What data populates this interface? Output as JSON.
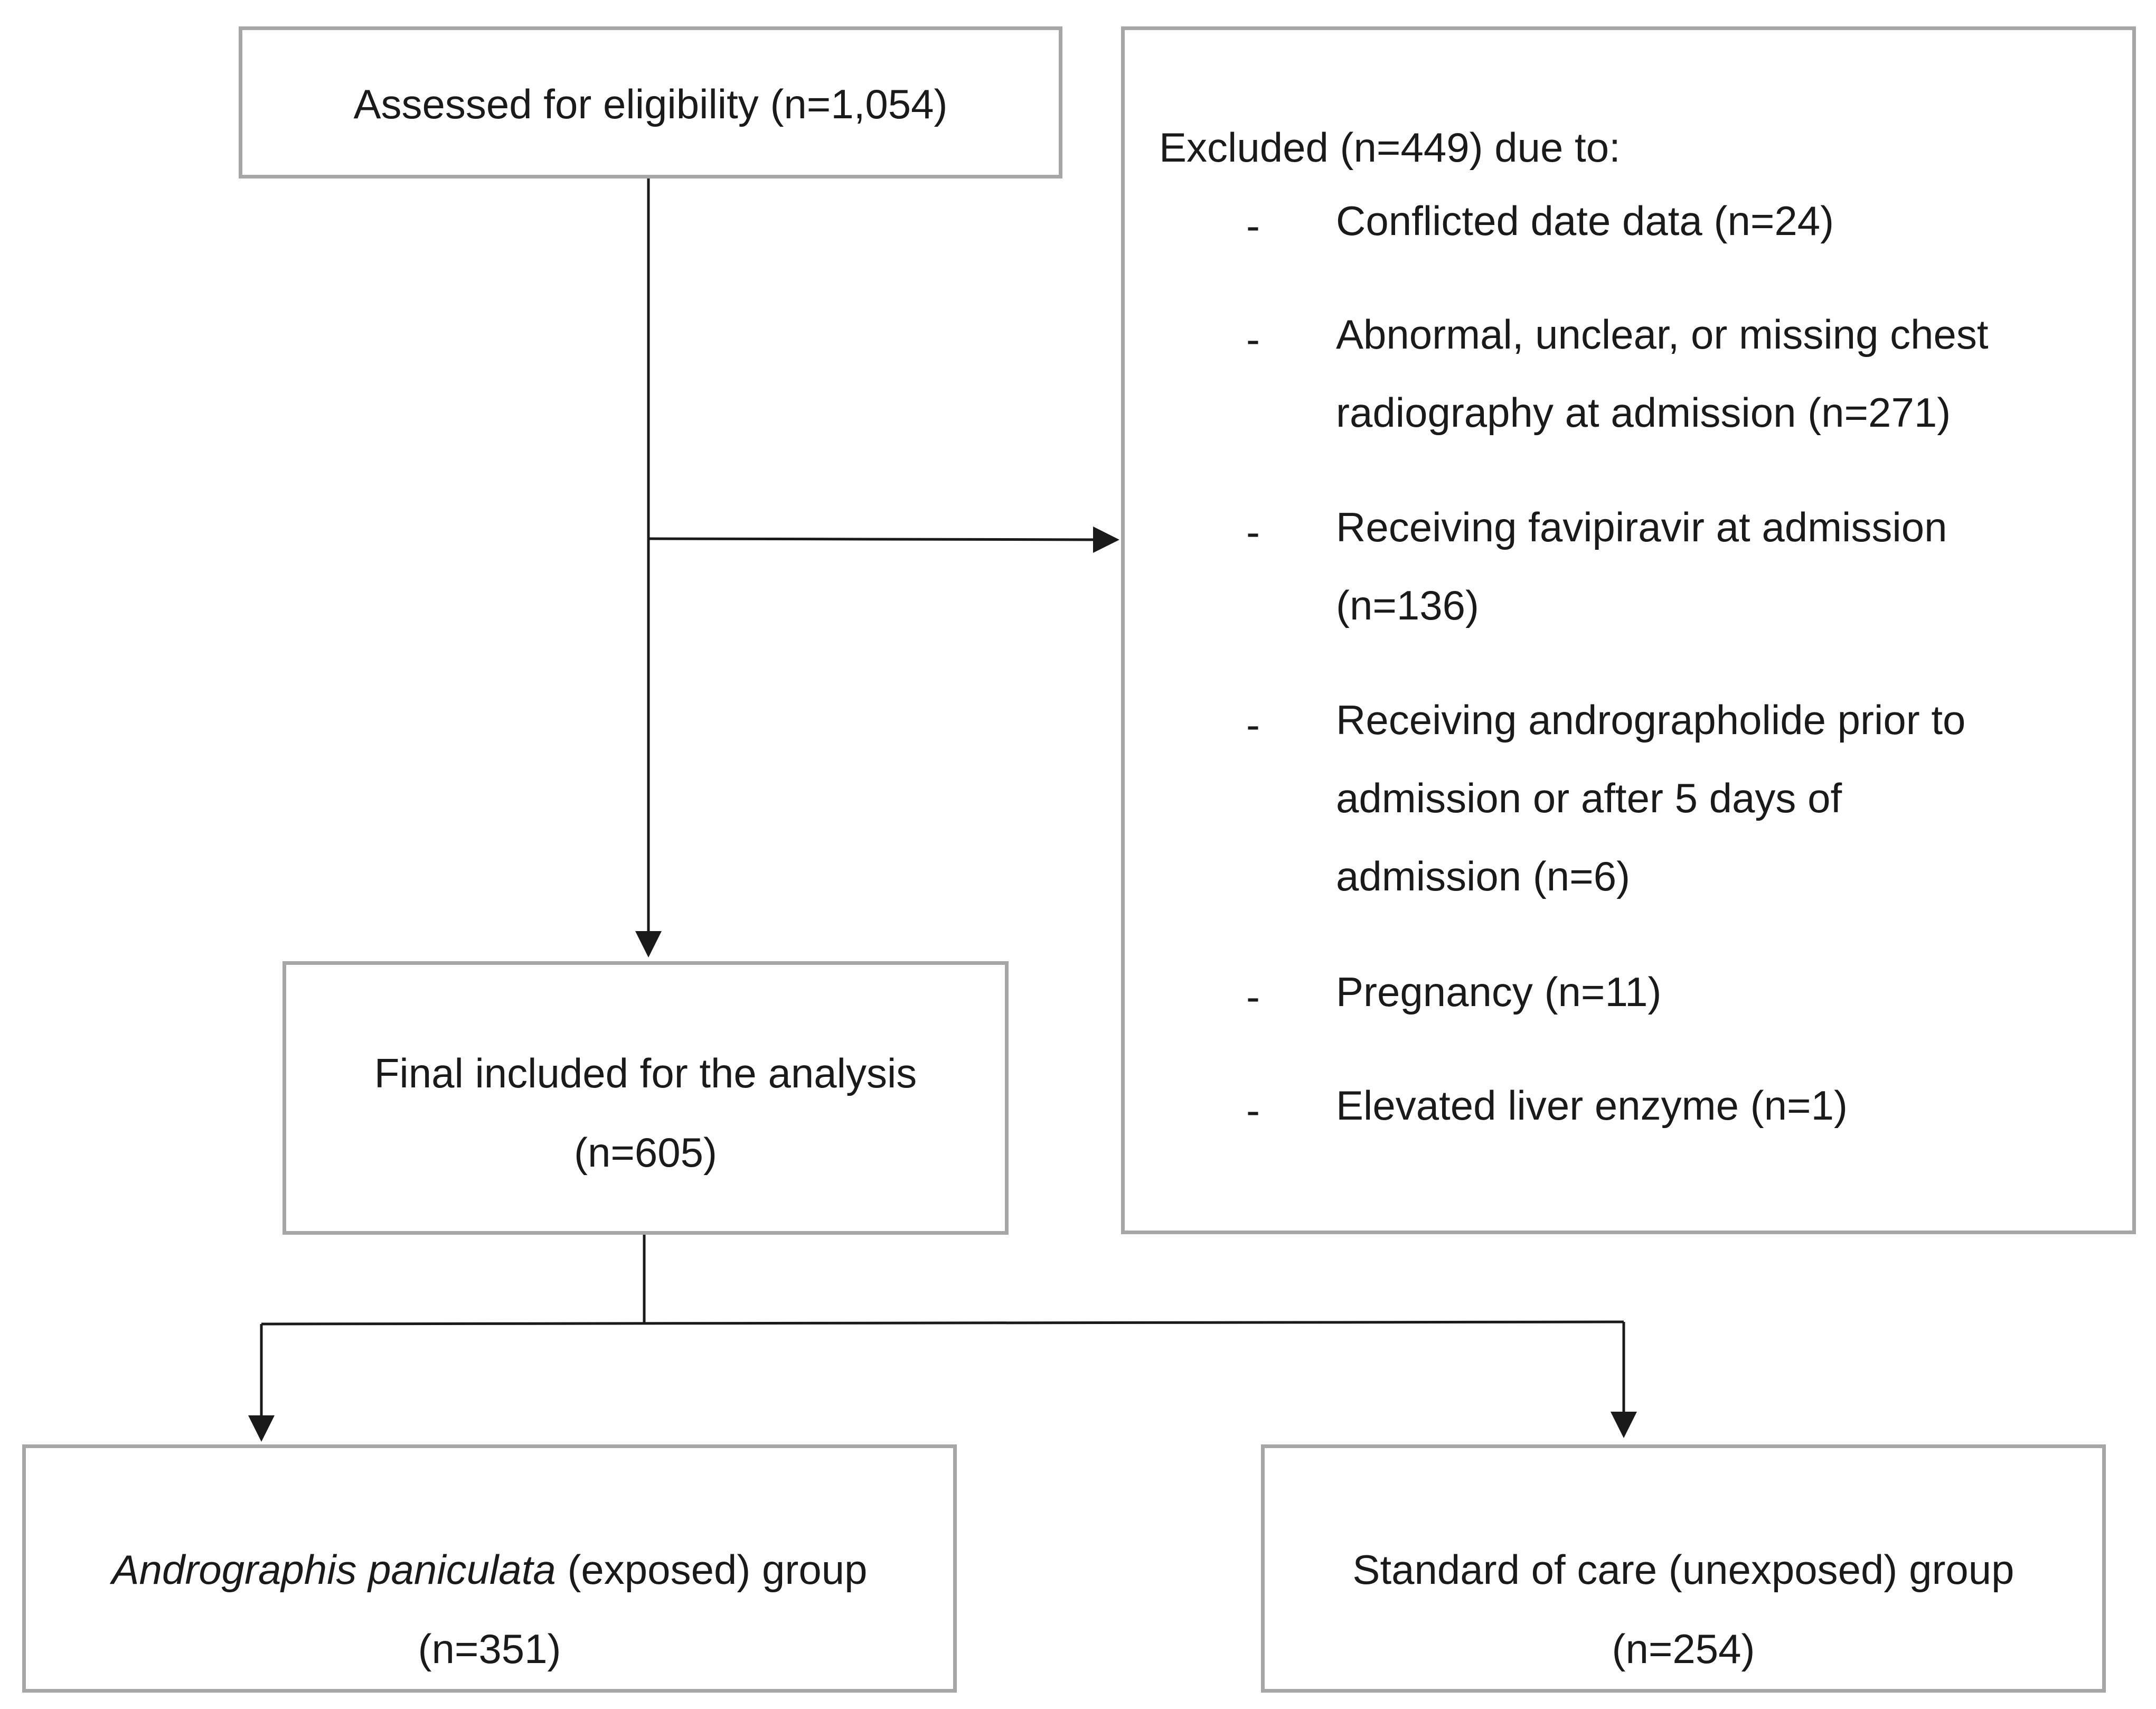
{
  "assessed": {
    "text": "Assessed for eligibility (n=1,054)"
  },
  "excluded": {
    "heading": "Excluded (n=449) due to:",
    "bullet": "-",
    "items": [
      {
        "lines": [
          "Conflicted date data (n=24)"
        ]
      },
      {
        "lines": [
          "Abnormal, unclear, or missing chest",
          "radiography at admission (n=271)"
        ]
      },
      {
        "lines": [
          "Receiving favipiravir at admission",
          "(n=136)"
        ]
      },
      {
        "lines": [
          "Receiving andrographolide prior to",
          "admission or after 5 days of",
          "admission (n=6)"
        ]
      },
      {
        "lines": [
          "Pregnancy (n=11)"
        ]
      },
      {
        "lines": [
          "Elevated liver enzyme (n=1)"
        ]
      }
    ]
  },
  "final": {
    "line1": "Final included for the analysis",
    "line2": "(n=605)"
  },
  "exposed": {
    "italic": "Andrographis paniculata",
    "rest": " (exposed) group",
    "line2": "(n=351)"
  },
  "unexposed": {
    "line1": "Standard of care (unexposed) group",
    "line2": "(n=254)"
  },
  "colors": {
    "box_border": "#a6a6a6",
    "line": "#1a1a1a",
    "text": "#1a1a1a"
  }
}
